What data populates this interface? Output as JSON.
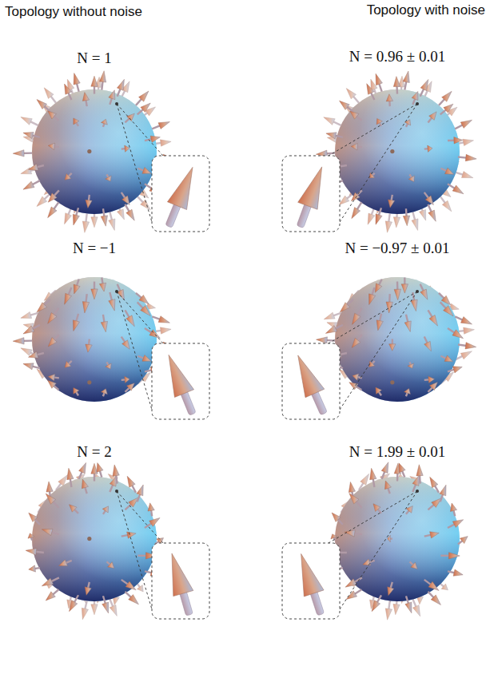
{
  "diagram": {
    "labels": [
      "Topology without noise",
      "Topology with noise",
      "N = 1",
      "N = 0.96 ± 0.01",
      "N = −1",
      "N = −0.97 ± 0.01",
      "N = 2",
      "N = 1.99 ± 0.01"
    ]
  }
}
